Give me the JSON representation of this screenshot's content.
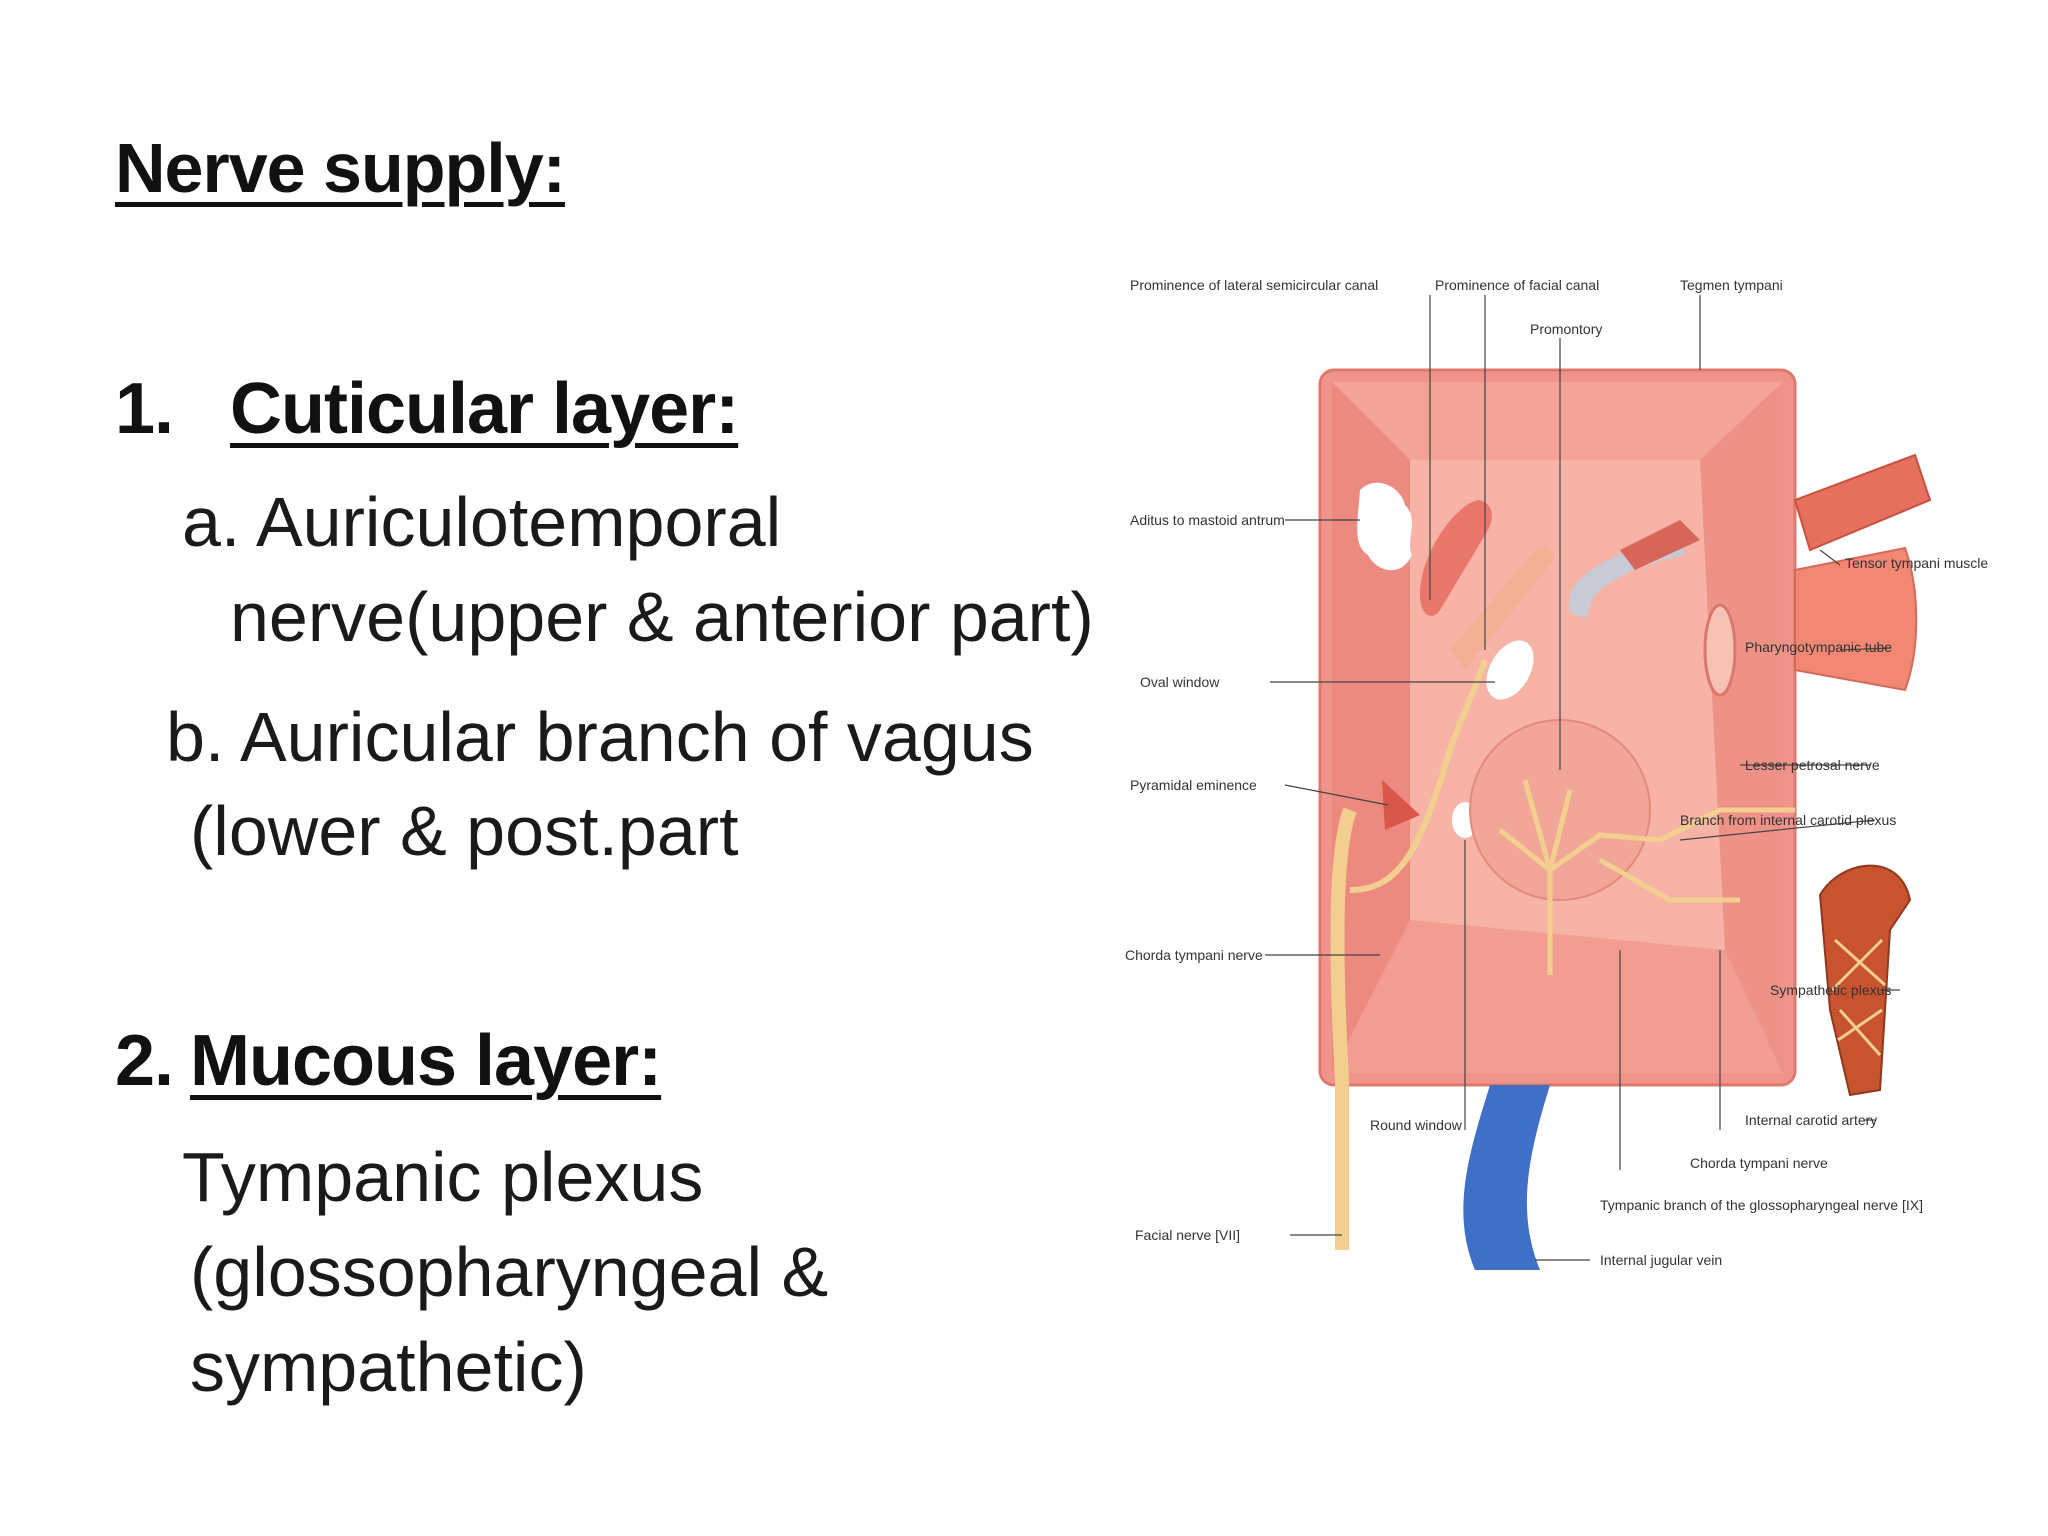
{
  "heading": "Nerve supply:",
  "items": [
    {
      "number": "1.",
      "title": "Cuticular layer:",
      "lines": [
        "a. Auriculotemporal",
        "nerve(upper & anterior part)",
        "b. Auricular branch of vagus",
        "(lower & post.part"
      ]
    },
    {
      "number": "2.",
      "title": "Mucous layer:",
      "lines": [
        "Tympanic plexus",
        "(glossopharyngeal &",
        "sympathetic)"
      ]
    }
  ],
  "diagram": {
    "labels": {
      "lateral_canal": "Prominence of lateral semicircular canal",
      "facial_canal": "Prominence of facial canal",
      "tegmen": "Tegmen tympani",
      "promontory": "Promontory",
      "tensor": "Tensor tympani muscle",
      "aditus": "Aditus to mastoid antrum",
      "pharyngotympanic": "Pharyngotympanic tube",
      "oval_window": "Oval window",
      "lesser_petrosal": "Lesser petrosal nerve",
      "pyramidal": "Pyramidal eminence",
      "carotid_plexus": "Branch from internal carotid plexus",
      "chorda_left": "Chorda tympani nerve",
      "sympathetic": "Sympathetic plexus",
      "round_window": "Round window",
      "internal_carotid": "Internal carotid artery",
      "chorda_right": "Chorda tympani nerve",
      "tympanic_branch": "Tympanic branch of the glossopharyngeal nerve [IX]",
      "facial_nerve": "Facial nerve [VII]",
      "jugular": "Internal jugular vein"
    },
    "colors": {
      "wall": "#f0938a",
      "wall_inner": "#f6b3a6",
      "nerve": "#f2cf8e",
      "vein": "#3f6fc6",
      "artery": "#c7542f"
    }
  }
}
